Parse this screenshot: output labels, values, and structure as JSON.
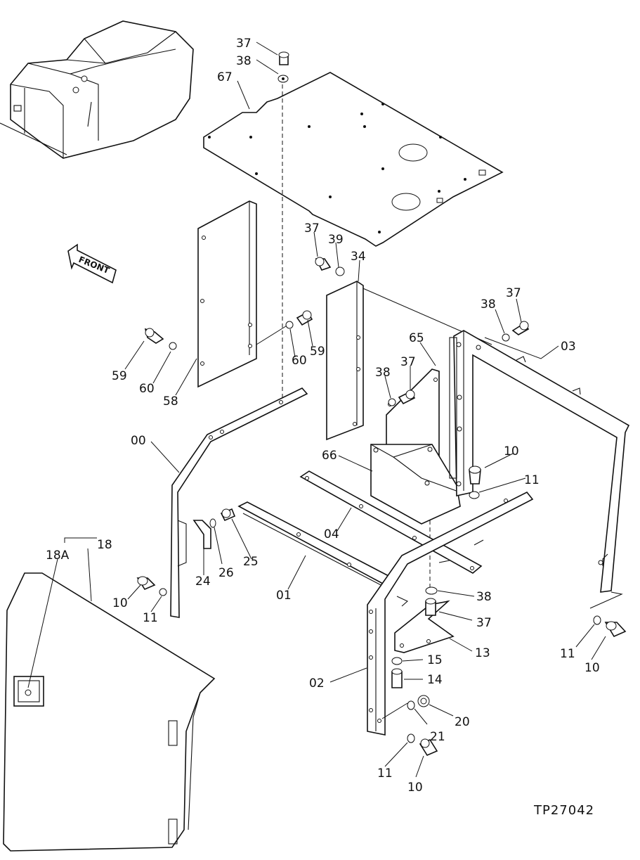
{
  "drawing": {
    "reference": "TP27042",
    "front_label": "FRONT"
  },
  "callouts": {
    "c37a": "37",
    "c38a": "38",
    "c67": "67",
    "c37b": "37",
    "c39": "39",
    "c34": "34",
    "c38b": "38",
    "c37c": "37",
    "c03": "03",
    "c65": "65",
    "c38c": "38",
    "c37d": "37",
    "c59a": "59",
    "c60a": "60",
    "c58": "58",
    "c60b": "60",
    "c59b": "59",
    "c00": "00",
    "c66": "66",
    "c10a": "10",
    "c11a": "11",
    "c04": "04",
    "c24": "24",
    "c26": "26",
    "c25": "25",
    "c01": "01",
    "c18A": "18A",
    "c18": "18",
    "c10b": "10",
    "c11b": "11",
    "c38d": "38",
    "c37e": "37",
    "c13": "13",
    "c15": "15",
    "c14": "14",
    "c02": "02",
    "c20": "20",
    "c21": "21",
    "c11c": "11",
    "c10c": "10",
    "c11d": "11",
    "c10d": "10"
  }
}
